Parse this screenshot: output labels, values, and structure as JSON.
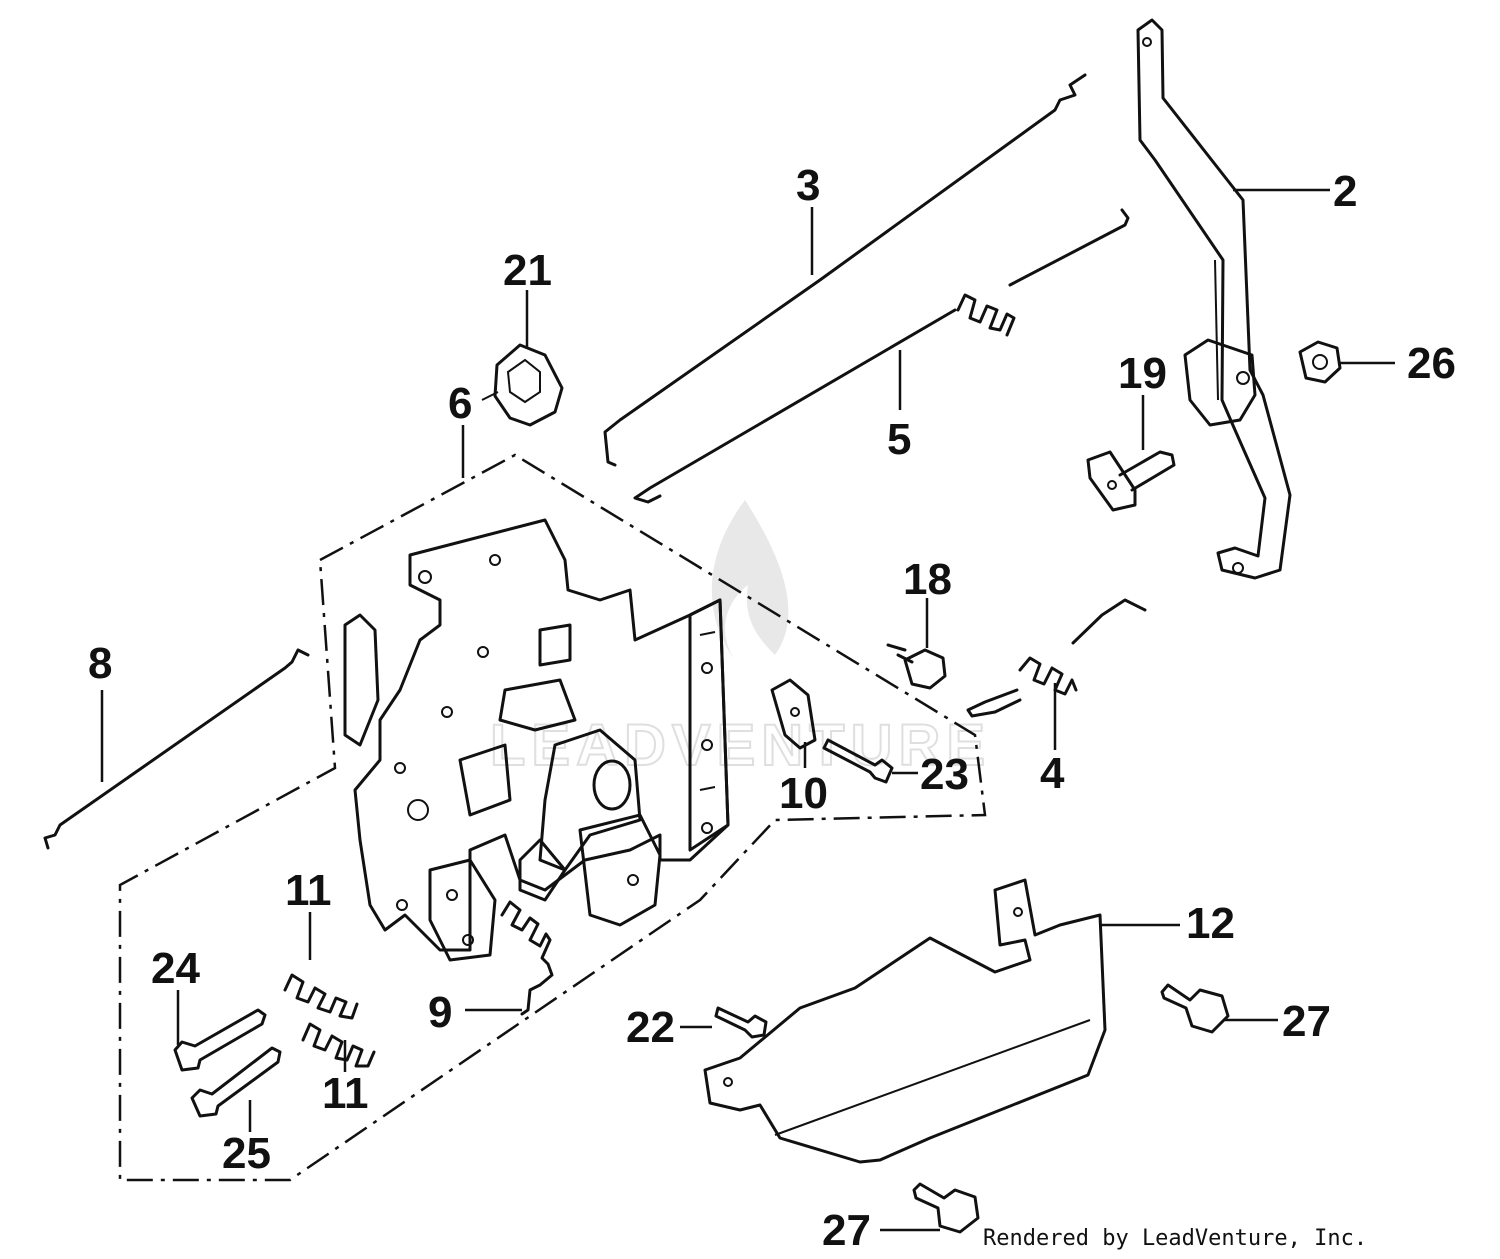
{
  "diagram": {
    "callouts": {
      "c2": "2",
      "c3": "3",
      "c4": "4",
      "c5": "5",
      "c6": "6",
      "c8": "8",
      "c9": "9",
      "c10": "10",
      "c11a": "11",
      "c11b": "11",
      "c12": "12",
      "c18": "18",
      "c19": "19",
      "c21": "21",
      "c22": "22",
      "c23": "23",
      "c24": "24",
      "c25": "25",
      "c26": "26",
      "c27a": "27",
      "c27b": "27"
    },
    "credit": "Rendered by LeadVenture, Inc.",
    "watermark": "LEADVENTURE"
  }
}
